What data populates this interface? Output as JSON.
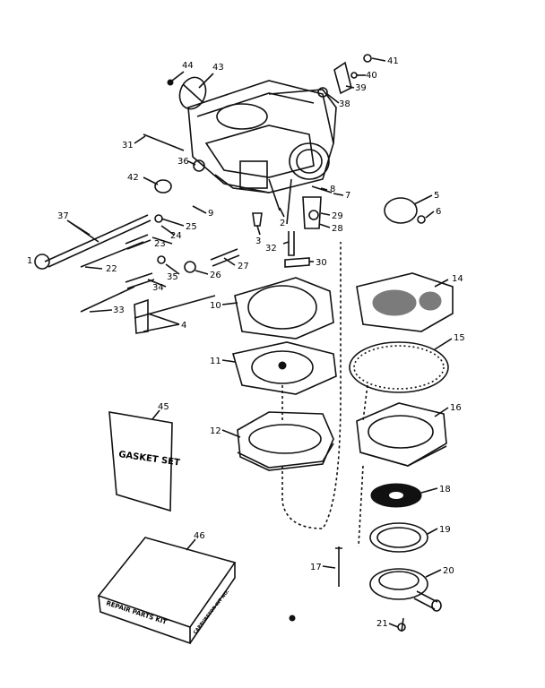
{
  "callouts": [
    "44",
    "43",
    "41",
    "40",
    "39",
    "38",
    "31",
    "36",
    "42",
    "37",
    "1",
    "25",
    "9",
    "23",
    "24",
    "22",
    "35",
    "34",
    "33",
    "4",
    "26",
    "27",
    "3",
    "2",
    "32",
    "30",
    "29",
    "28",
    "8",
    "7",
    "5",
    "6",
    "10",
    "11",
    "12",
    "14",
    "15",
    "16",
    "18",
    "19",
    "17",
    "20",
    "21",
    "45",
    "46"
  ],
  "gasket_set_text": "GASKET SET",
  "repair_kit_text": "REPAIR PARTS KIT",
  "repair_kit_side_text": "CARBURETOR KIT NO."
}
